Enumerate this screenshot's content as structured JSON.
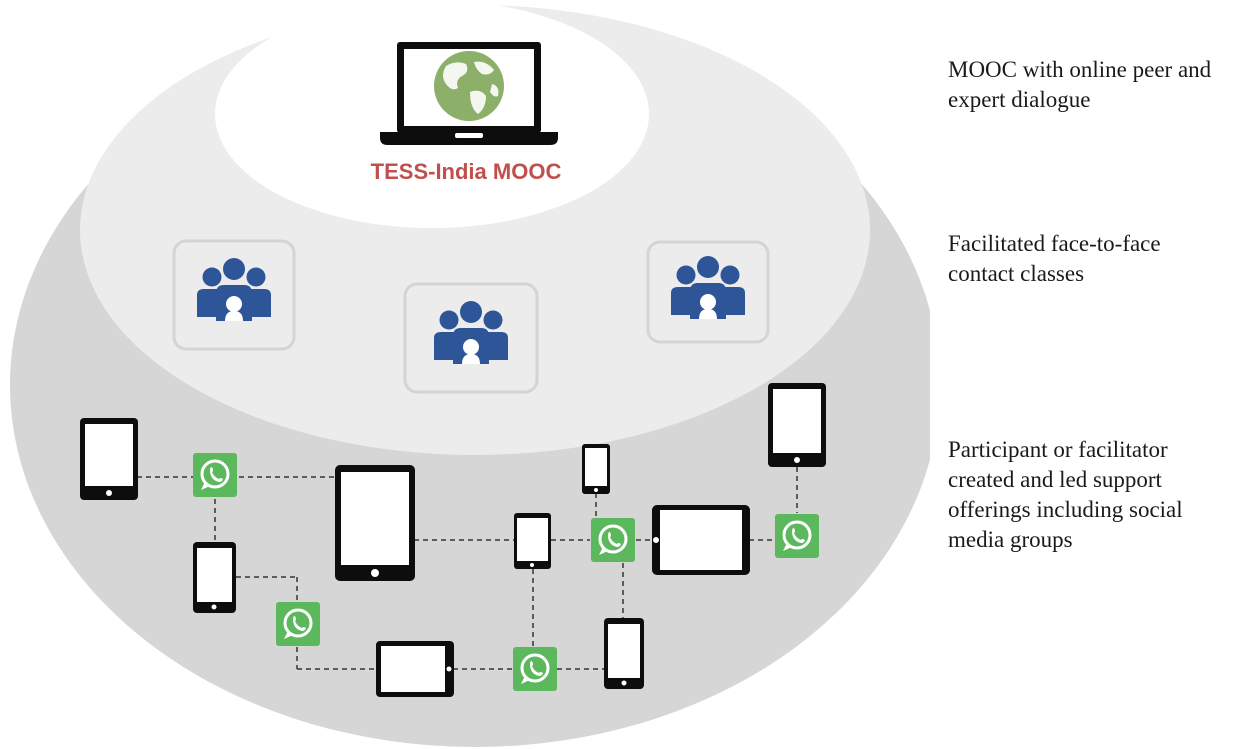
{
  "diagram": {
    "mooc_label": "TESS-India MOOC",
    "colors": {
      "outer_layer": "#d6d6d6",
      "middle_layer": "#ececec",
      "inner_layer": "#ffffff",
      "mooc_label": "#c0504d",
      "group_icon": "#2e5597",
      "globe": "#8cb06a",
      "whatsapp": "#5cb85c",
      "device": "#0d0d0d"
    },
    "icons": [
      "laptop-icon",
      "globe-icon",
      "group-icon",
      "tablet-icon",
      "phone-icon",
      "whatsapp-icon"
    ]
  },
  "captions": {
    "mooc": "MOOC with online peer and expert dialogue",
    "face_to_face": "Facilitated face-to-face contact classes",
    "social": "Participant or facilitator created and led support offerings including social media groups"
  }
}
